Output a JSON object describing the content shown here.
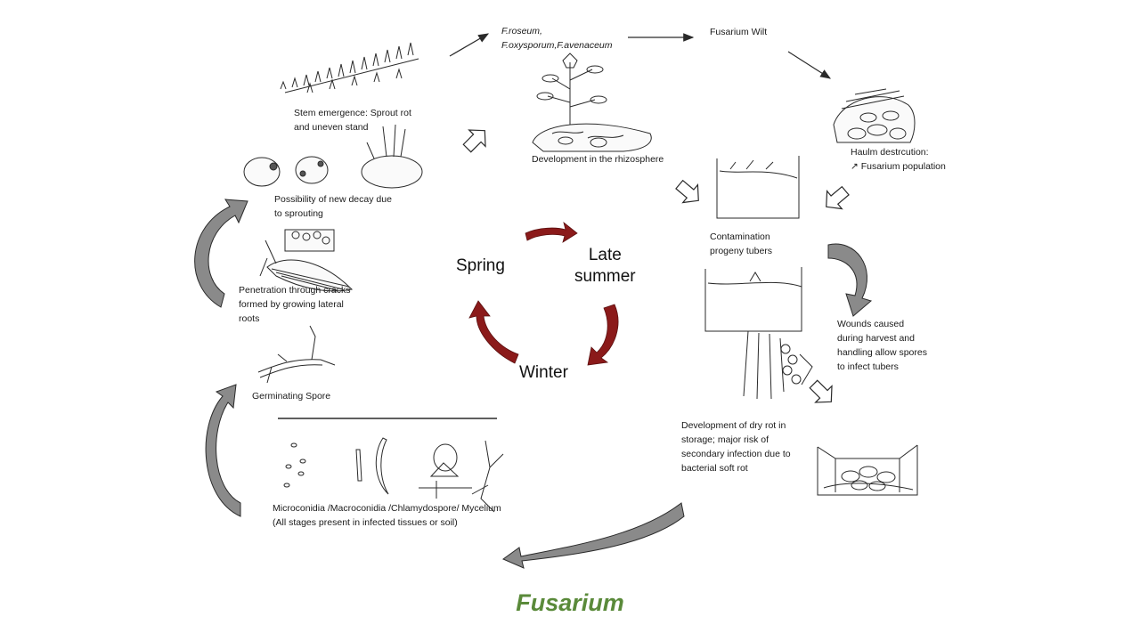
{
  "title": "Fusarium",
  "colors": {
    "title_green": "#5a8a3a",
    "season_arrow_red": "#8b1a1a",
    "cycle_arrow_gray": "#8a8a8a",
    "line_ink": "#2a2a2a"
  },
  "seasons": {
    "spring": "Spring",
    "late_summer": "Late\nsummer",
    "winter": "Winter"
  },
  "stages": {
    "species": "F.roseum,\nF.oxysporum,F.avenaceum",
    "wilt": "Fusarium Wilt",
    "rhizosphere": "Development in the rhizosphere",
    "haulm": "Haulm destrcution:\n↗ Fusarium population",
    "stem_emergence": "Stem emergence: Sprout rot\nand uneven stand",
    "new_decay": "Possibility of new decay due\nto sprouting",
    "contamination": "Contamination\nprogeny tubers",
    "penetration": "Penetration through cracks\nformed by growing lateral\nroots",
    "wounds": "Wounds caused\nduring harvest and\nhandling allow spores\nto infect tubers",
    "germinating": "Germinating Spore",
    "dry_rot": "Development of dry rot in\nstorage; major risk of\nsecondary infection due to\nbacterial soft rot",
    "spore_types": "Microconidia /Macroconidia /Chlamydospore/ Mycelium\n(All stages present in infected tissues or soil)"
  },
  "icons": [
    "sprouts-sketch",
    "plant-sketch",
    "haulm-sketch",
    "tubers-sketch",
    "soil-profile-sketch",
    "crack-sketch",
    "spore-sketch",
    "tissue-sketch",
    "storage-bin-sketch",
    "spore-stages-sketch"
  ]
}
